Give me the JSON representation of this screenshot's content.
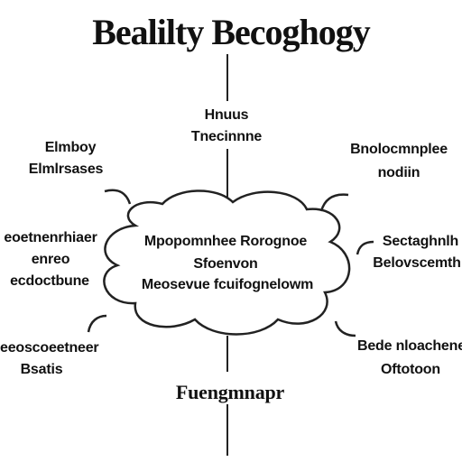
{
  "title": "Bealilty Becoghogy",
  "top_label": [
    "Hnuus",
    "Tnecinnne"
  ],
  "left_top_label": [
    "Elmboy",
    "Elmlrsases"
  ],
  "right_top_label": [
    "Bnolocmnplee",
    "nodiin"
  ],
  "left_mid_label": [
    "eoetnenrhiaer",
    "enreo",
    "ecdoctbune"
  ],
  "right_mid_label": [
    "Sectaghnlh",
    "Belovscemth"
  ],
  "left_bottom_label": [
    "eeoscoeetneer",
    "Bsatis"
  ],
  "right_bottom_label": [
    "Bede nloachene",
    "Oftotoon"
  ],
  "cloud_lines": [
    "Mpopomnhee Rorognoe",
    "Sfoenvon",
    "Meosevue fcuifognelowm"
  ],
  "bottom_label": "Fuengmnapr"
}
